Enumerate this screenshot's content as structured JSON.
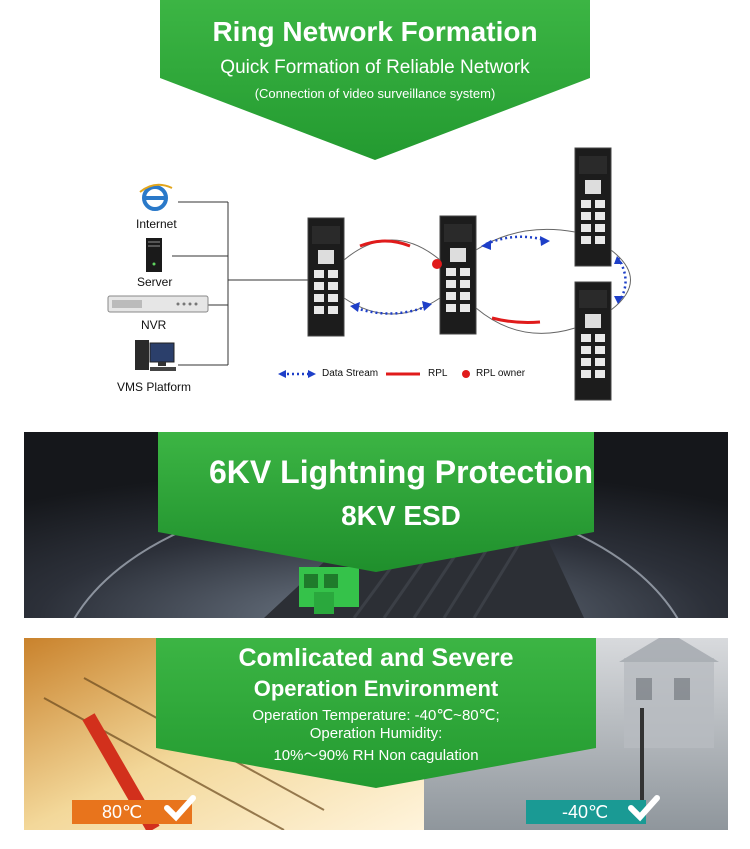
{
  "ring": {
    "title": "Ring Network Formation",
    "subtitle": "Quick Formation of Reliable Network",
    "note": "(Connection of video surveillance system)",
    "devices": [
      {
        "label": "Internet",
        "icon": "internet-explorer-icon"
      },
      {
        "label": "Server",
        "icon": "server-tower-icon"
      },
      {
        "label": "NVR",
        "icon": "nvr-recorder-icon"
      },
      {
        "label": "VMS Platform",
        "icon": "computer-workstation-icon"
      }
    ],
    "legend": {
      "data_stream": "Data Stream",
      "rpl": "RPL",
      "rpl_owner": "RPL owner"
    },
    "colors": {
      "green": "#2ea63a",
      "rpl": "#e01b1b",
      "stream": "#1e3fc8"
    }
  },
  "lightning": {
    "title": "6KV Lightning Protection",
    "subtitle": "8KV ESD"
  },
  "environment": {
    "title": "Comlicated and Severe",
    "subtitle": "Operation Environment",
    "line1": "Operation Temperature: -40℃~80℃;",
    "line2": "Operation Humidity:",
    "line3": "10%～90% RH Non cagulation",
    "hot_badge": "80℃",
    "cold_badge": "-40℃"
  }
}
